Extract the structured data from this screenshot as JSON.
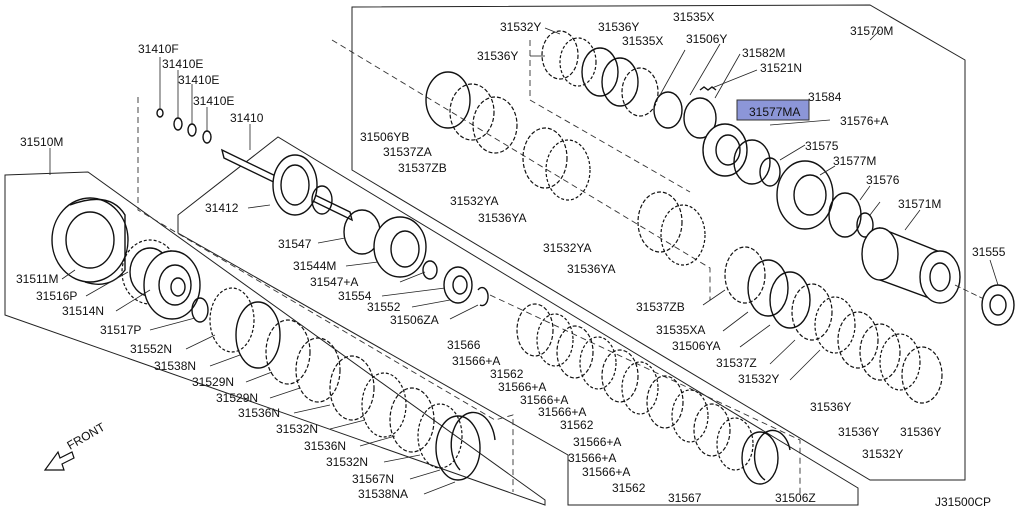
{
  "diagram_code": "J31500CP",
  "front_label": "FRONT",
  "highlight_color": "#8c96d8",
  "labels": [
    {
      "id": "31410F",
      "text": "31410F"
    },
    {
      "id": "31410E_1",
      "text": "31410E"
    },
    {
      "id": "31410E_2",
      "text": "31410E"
    },
    {
      "id": "31410E_3",
      "text": "31410E"
    },
    {
      "id": "31410",
      "text": "31410"
    },
    {
      "id": "31510M",
      "text": "31510M"
    },
    {
      "id": "31412",
      "text": "31412"
    },
    {
      "id": "31547",
      "text": "31547"
    },
    {
      "id": "31544M",
      "text": "31544M"
    },
    {
      "id": "31547A",
      "text": "31547+A"
    },
    {
      "id": "31554",
      "text": "31554"
    },
    {
      "id": "31552",
      "text": "31552"
    },
    {
      "id": "31506ZA",
      "text": "31506ZA"
    },
    {
      "id": "31511M",
      "text": "31511M"
    },
    {
      "id": "31516P",
      "text": "31516P"
    },
    {
      "id": "31514N",
      "text": "31514N"
    },
    {
      "id": "31517P",
      "text": "31517P"
    },
    {
      "id": "31552N",
      "text": "31552N"
    },
    {
      "id": "31538N",
      "text": "31538N"
    },
    {
      "id": "31529N_1",
      "text": "31529N"
    },
    {
      "id": "31529N_2",
      "text": "31529N"
    },
    {
      "id": "31536N_1",
      "text": "31536N"
    },
    {
      "id": "31532N_1",
      "text": "31532N"
    },
    {
      "id": "31536N_2",
      "text": "31536N"
    },
    {
      "id": "31532N_2",
      "text": "31532N"
    },
    {
      "id": "31567N",
      "text": "31567N"
    },
    {
      "id": "31538NA",
      "text": "31538NA"
    },
    {
      "id": "31532Y_top",
      "text": "31532Y"
    },
    {
      "id": "31536Y_top1",
      "text": "31536Y"
    },
    {
      "id": "31535X_1",
      "text": "31535X"
    },
    {
      "id": "31535X_2",
      "text": "31535X"
    },
    {
      "id": "31536Y_top2",
      "text": "31536Y"
    },
    {
      "id": "31506Y",
      "text": "31506Y"
    },
    {
      "id": "31582M",
      "text": "31582M"
    },
    {
      "id": "31521N",
      "text": "31521N"
    },
    {
      "id": "31570M",
      "text": "31570M"
    },
    {
      "id": "31584",
      "text": "31584"
    },
    {
      "id": "31577MA",
      "text": "31577MA"
    },
    {
      "id": "31576A",
      "text": "31576+A"
    },
    {
      "id": "31575",
      "text": "31575"
    },
    {
      "id": "31577M",
      "text": "31577M"
    },
    {
      "id": "31576",
      "text": "31576"
    },
    {
      "id": "31571M",
      "text": "31571M"
    },
    {
      "id": "31555",
      "text": "31555"
    },
    {
      "id": "31506YB",
      "text": "31506YB"
    },
    {
      "id": "31537ZA",
      "text": "31537ZA"
    },
    {
      "id": "31537ZB_1",
      "text": "31537ZB"
    },
    {
      "id": "31532YA_1",
      "text": "31532YA"
    },
    {
      "id": "31536YA_1",
      "text": "31536YA"
    },
    {
      "id": "31532YA_2",
      "text": "31532YA"
    },
    {
      "id": "31536YA_2",
      "text": "31536YA"
    },
    {
      "id": "31537ZB_2",
      "text": "31537ZB"
    },
    {
      "id": "31535XA",
      "text": "31535XA"
    },
    {
      "id": "31506YA",
      "text": "31506YA"
    },
    {
      "id": "31537Z",
      "text": "31537Z"
    },
    {
      "id": "31532Y_r",
      "text": "31532Y"
    },
    {
      "id": "31536Y_r1",
      "text": "31536Y"
    },
    {
      "id": "31536Y_r2",
      "text": "31536Y"
    },
    {
      "id": "31536Y_r3",
      "text": "31536Y"
    },
    {
      "id": "31532Y_r2",
      "text": "31532Y"
    },
    {
      "id": "31566",
      "text": "31566"
    },
    {
      "id": "31566A_1",
      "text": "31566+A"
    },
    {
      "id": "31562_1",
      "text": "31562"
    },
    {
      "id": "31566A_2",
      "text": "31566+A"
    },
    {
      "id": "31566A_3",
      "text": "31566+A"
    },
    {
      "id": "31566A_4",
      "text": "31566+A"
    },
    {
      "id": "31562_2",
      "text": "31562"
    },
    {
      "id": "31566A_5",
      "text": "31566+A"
    },
    {
      "id": "31566A_6",
      "text": "31566+A"
    },
    {
      "id": "31566A_7",
      "text": "31566+A"
    },
    {
      "id": "31562_3",
      "text": "31562"
    },
    {
      "id": "31567",
      "text": "31567"
    },
    {
      "id": "31506Z",
      "text": "31506Z"
    }
  ]
}
